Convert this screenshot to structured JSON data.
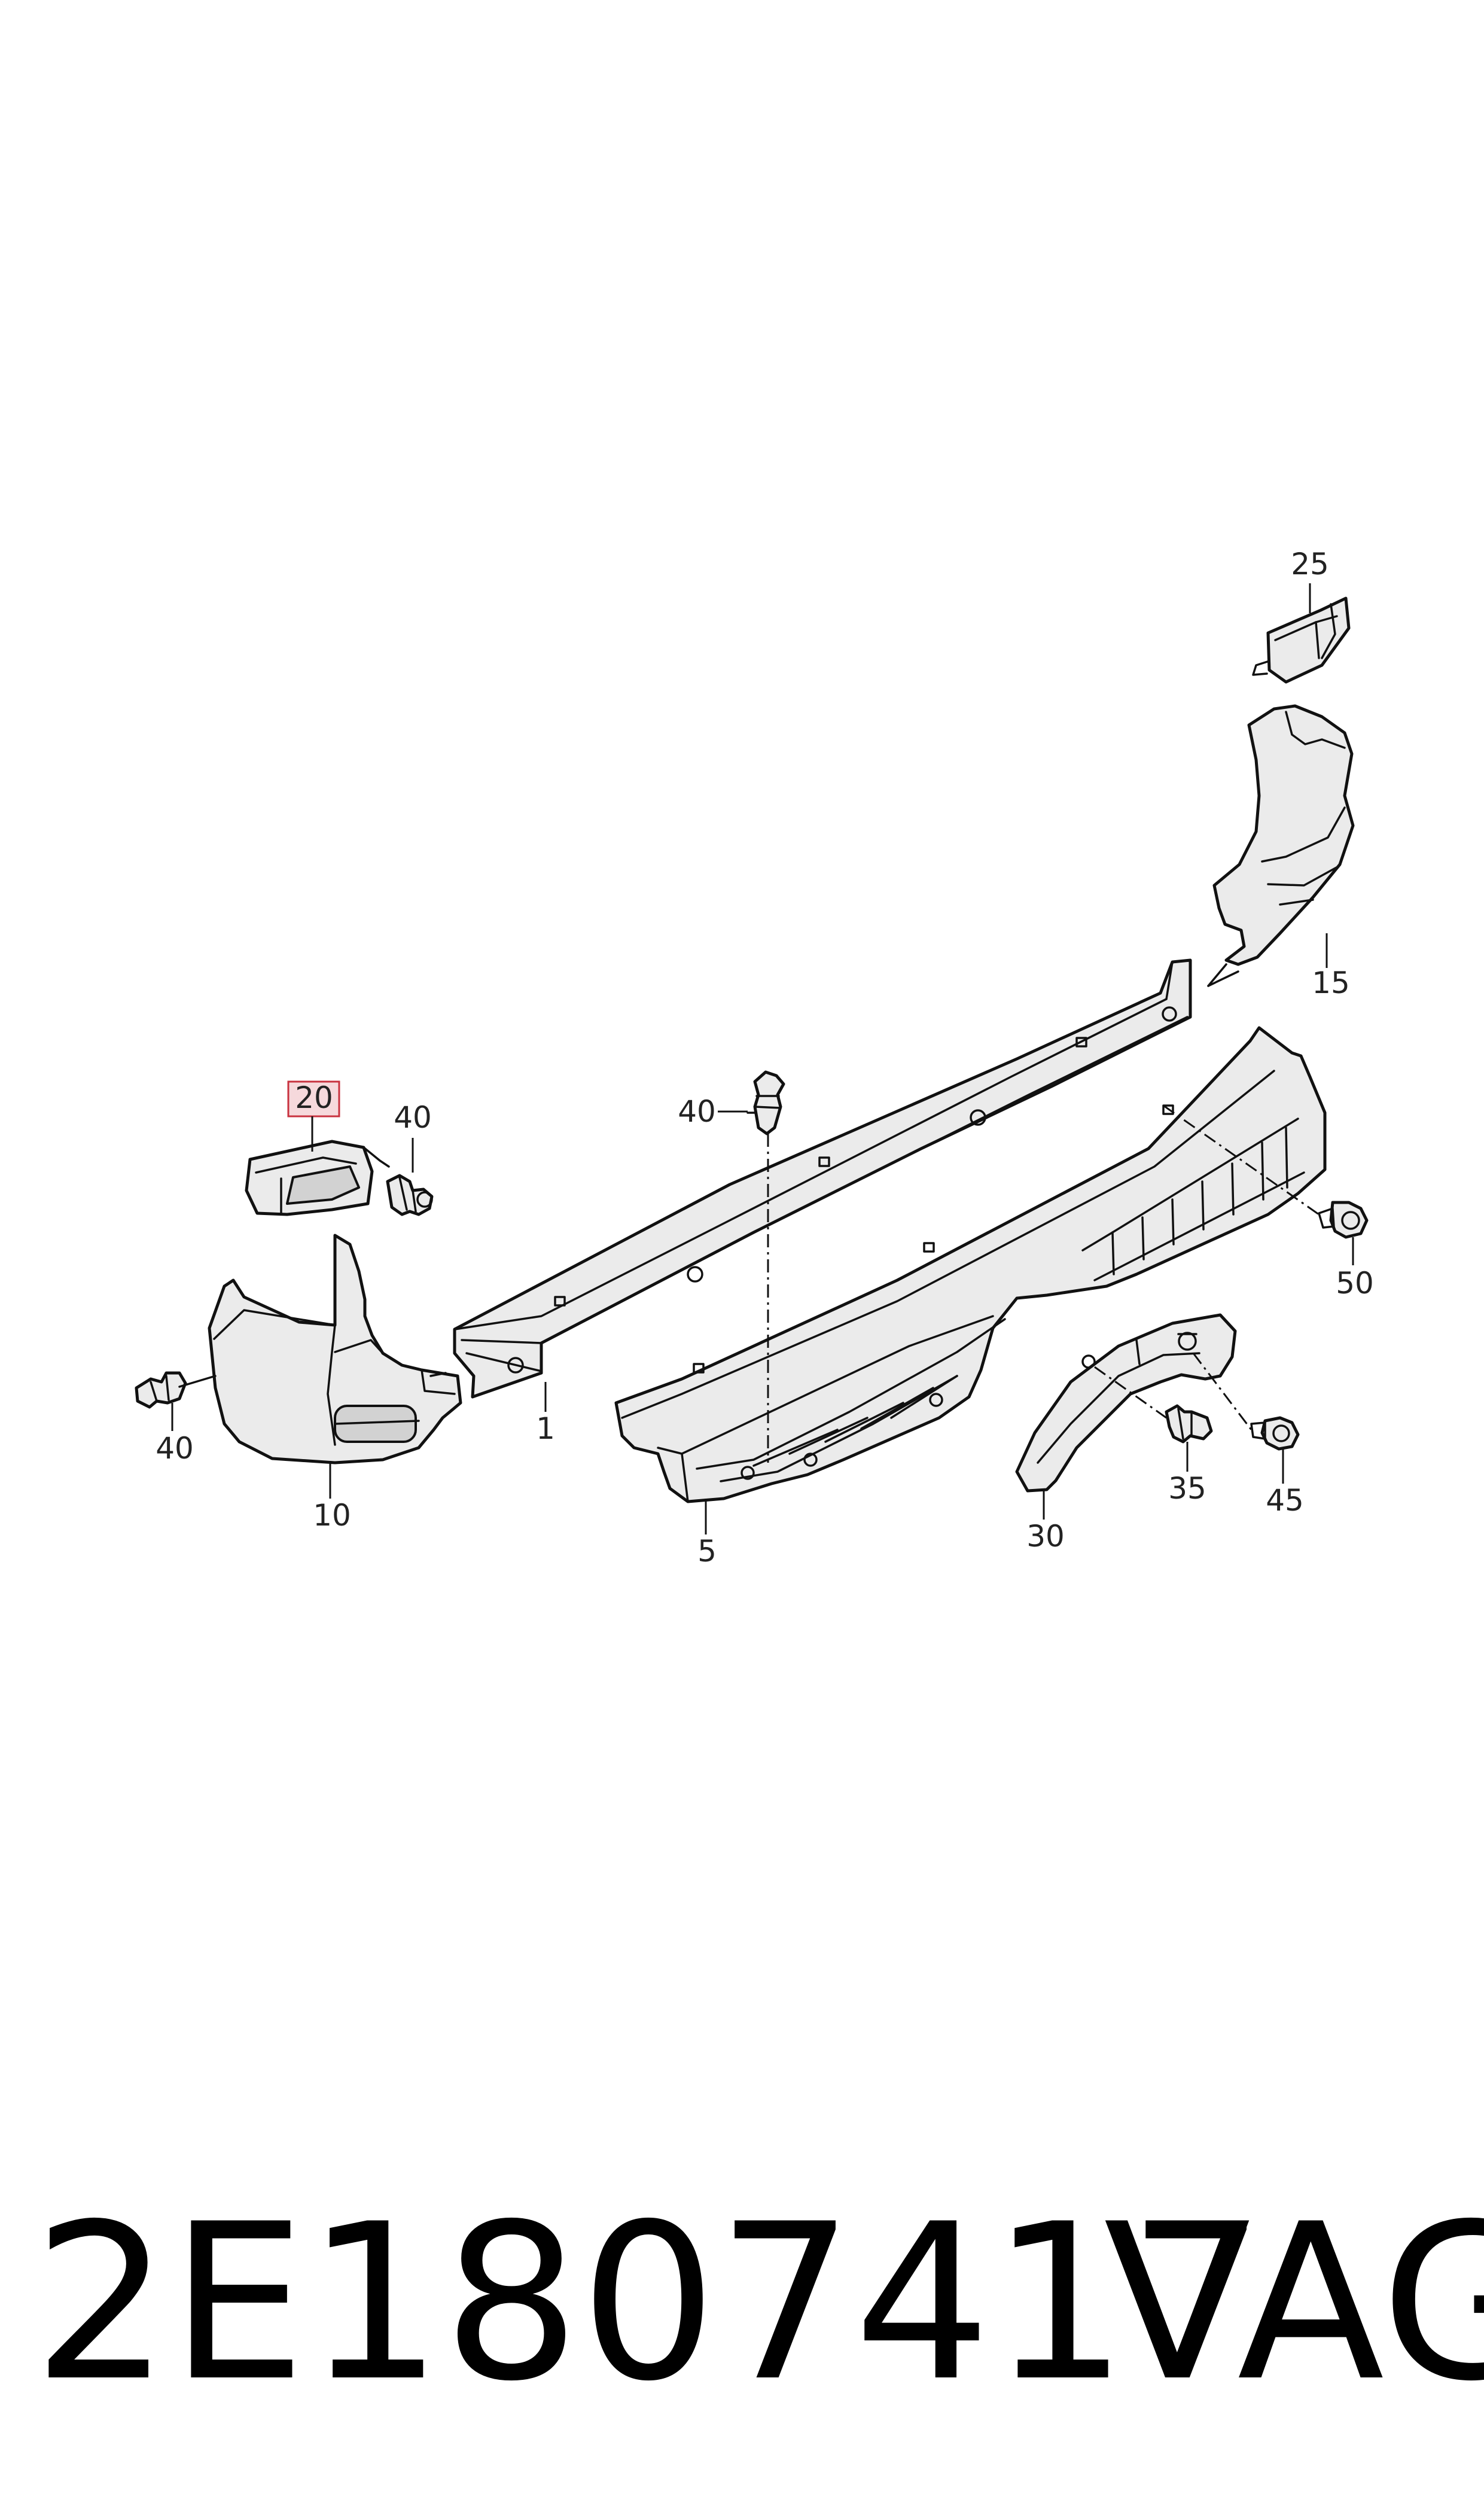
{
  "callouts": {
    "c1": "1",
    "c5": "5",
    "c10": "10",
    "c15": "15",
    "c20": "20",
    "c25": "25",
    "c30": "30",
    "c35": "35",
    "c40a": "40",
    "c40b": "40",
    "c40c": "40",
    "c45": "45",
    "c50": "50"
  },
  "highlighted_callout": "20",
  "footer": {
    "part_number": "2E1807417",
    "brand": "VAG"
  },
  "colors": {
    "highlight_fill": "#f6d9dc",
    "highlight_stroke": "#c8323f",
    "line": "#111111",
    "part_fill": "#ebebeb"
  }
}
